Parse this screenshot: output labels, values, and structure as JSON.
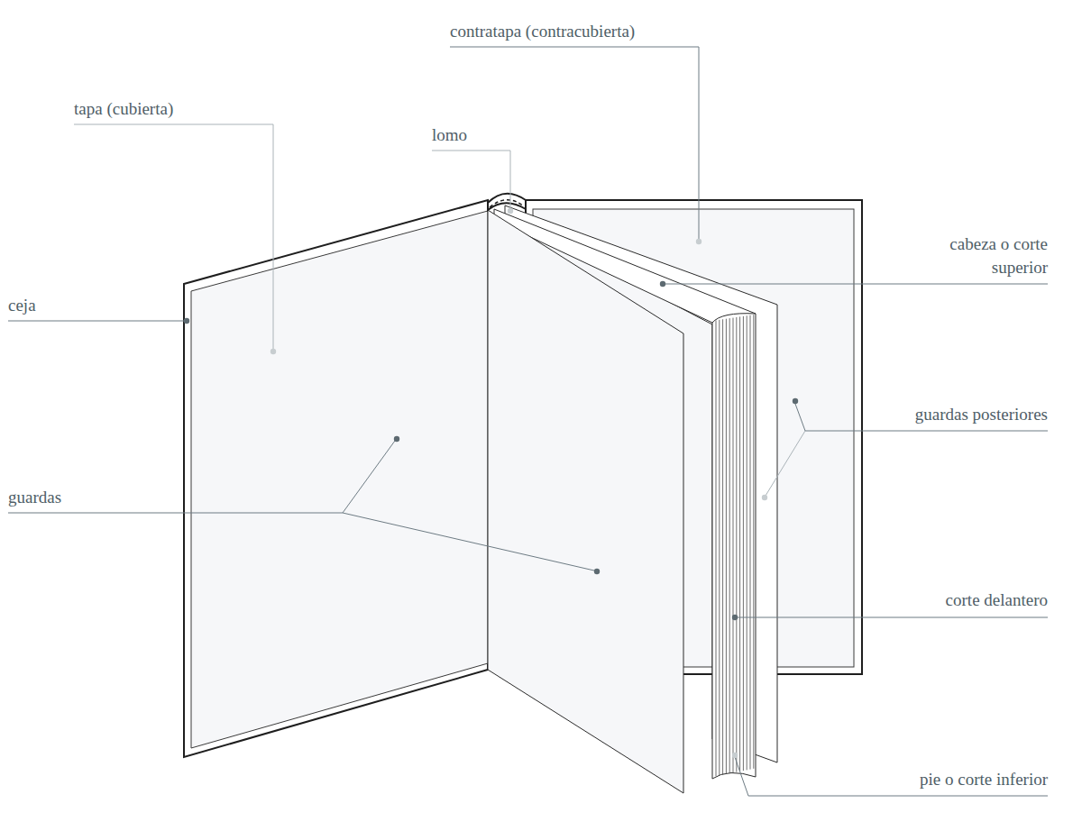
{
  "diagram": {
    "labels": [
      "contratapa (contracubierta)",
      "tapa (cubierta)",
      "lomo",
      "cabeza o corte superior",
      "ceja",
      "guardas posteriores",
      "guardas",
      "corte delantero",
      "pie o corte inferior"
    ]
  }
}
